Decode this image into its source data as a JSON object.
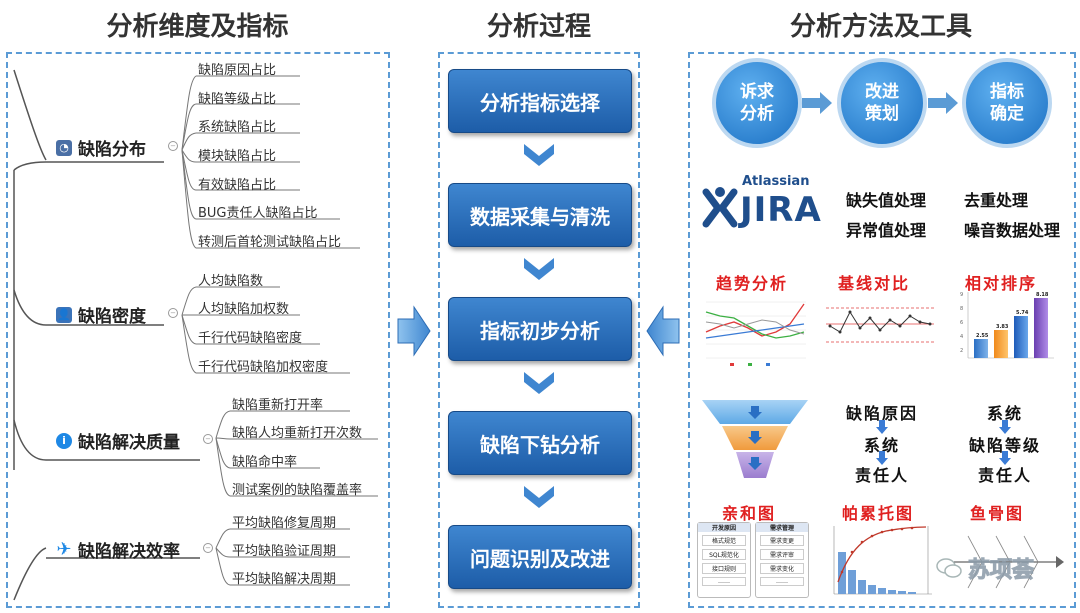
{
  "titles": {
    "left": "分析维度及指标",
    "middle": "分析过程",
    "right": "分析方法及工具"
  },
  "categories": [
    {
      "label": "缺陷分布",
      "items": [
        "缺陷原因占比",
        "缺陷等级占比",
        "系统缺陷占比",
        "模块缺陷占比",
        "有效缺陷占比",
        "BUG责任人缺陷占比",
        "转测后首轮测试缺陷占比"
      ]
    },
    {
      "label": "缺陷密度",
      "items": [
        "人均缺陷数",
        "人均缺陷加权数",
        "千行代码缺陷密度",
        "千行代码缺陷加权密度"
      ]
    },
    {
      "label": "缺陷解决质量",
      "items": [
        "缺陷重新打开率",
        "缺陷人均重新打开次数",
        "缺陷命中率",
        "测试案例的缺陷覆盖率"
      ]
    },
    {
      "label": "缺陷解决效率",
      "items": [
        "平均缺陷修复周期",
        "平均缺陷验证周期",
        "平均缺陷解决周期"
      ]
    }
  ],
  "steps": [
    "分析指标选择",
    "数据采集与清洗",
    "指标初步分析",
    "缺陷下钻分析",
    "问题识别及改进"
  ],
  "flow": [
    "诉求\n分析",
    "改进\n策划",
    "指标\n确定"
  ],
  "jira": {
    "company": "Atlassian",
    "product": "JIRA"
  },
  "cleaning": [
    "缺失值处理",
    "去重处理",
    "异常值处理",
    "噪音数据处理"
  ],
  "chart_titles": [
    "趋势分析",
    "基线对比",
    "相对排序"
  ],
  "ranking_values": [
    "2.55",
    "3.83",
    "5.74",
    "8.18"
  ],
  "drill": {
    "col1": [
      "缺陷原因",
      "系统",
      "责任人"
    ],
    "col2": [
      "系统",
      "缺陷等级",
      "责任人"
    ]
  },
  "tools": [
    "亲和图",
    "帕累托图",
    "鱼骨图"
  ],
  "affinity": {
    "h1": "开发原因",
    "h2": "需求管理",
    "c1": [
      "格式规范",
      "SQL规范化",
      "接口规则",
      "……"
    ],
    "c2": [
      "需求变更",
      "需求评审",
      "需求变化",
      "……"
    ]
  },
  "watermark": "苏项荟",
  "colors": {
    "accent": "#1d5da8",
    "border": "#5b9bd5",
    "red": "#e02020"
  }
}
